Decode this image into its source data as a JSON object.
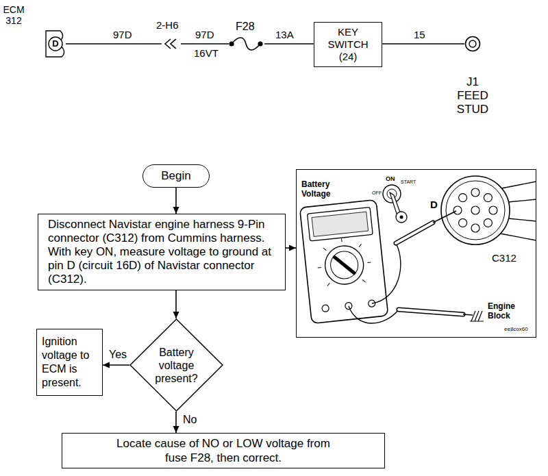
{
  "diagram": {
    "nodes": [
      {
        "text": [
          "D"
        ]
      },
      {
        "text": [
          "KEY SWITCH (24)"
        ]
      },
      {
        "text": [
          "J1 FEED STUD"
        ]
      },
      {
        "text": [
          "Begin"
        ]
      },
      {
        "text": [
          "Disconnect Navistar engine harness 9-Pin connector (C312) from Cummins harness. With key ON, measure voltage to ground at pin D (circuit 16D) of Navistar connector (C312)."
        ]
      },
      {
        "text": [
          "Battery Voltage",
          "ON",
          "OFF",
          "START",
          "D",
          "C312",
          "Engine Block",
          "ee8cox60"
        ]
      },
      {
        "text": [
          "Battery voltage present?"
        ]
      },
      {
        "text": [
          "Ignition voltage to ECM is present."
        ]
      },
      {
        "text": [
          "Locate cause of NO or LOW voltage from fuse F28, then correct."
        ]
      }
    ],
    "edges": [
      {
        "from": 0,
        "to": 1,
        "arrow": "none"
      },
      {
        "from": 1,
        "to": 2,
        "arrow": "none"
      },
      {
        "from": 3,
        "to": 4,
        "arrow": "to"
      },
      {
        "from": 4,
        "to": 5,
        "arrow": "to"
      },
      {
        "from": 4,
        "to": 6,
        "arrow": "to"
      },
      {
        "from": 6,
        "to": 7,
        "label": "Yes",
        "arrow": "to"
      },
      {
        "from": 6,
        "to": 8,
        "label": "No",
        "arrow": "to"
      }
    ],
    "labels": [
      "ECM 312",
      "97D",
      "2-H6",
      "97D",
      "16VT",
      "F28",
      "13A",
      "15"
    ]
  }
}
